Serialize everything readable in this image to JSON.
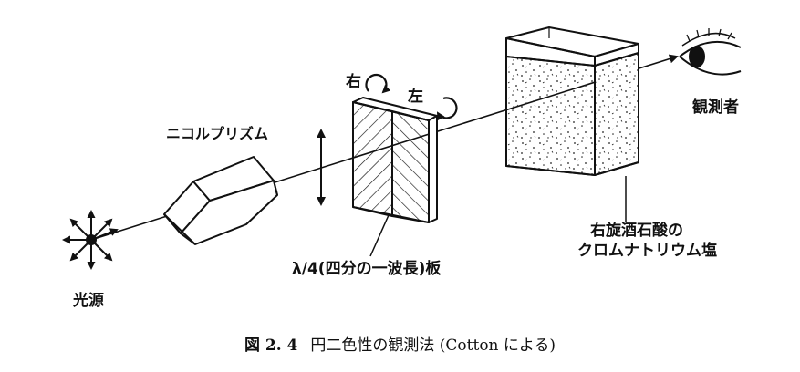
{
  "labels": {
    "light_source": "光源",
    "nicol_prism": "ニコルプリズム",
    "quarter_wave_plate": "λ/4(四分の一波長)板",
    "right": "右",
    "left": "左",
    "solution_line1": "右旋酒石酸の",
    "solution_line2": "クロムナトリウム塩",
    "observer": "観測者"
  },
  "caption": {
    "figure_number": "図 2. 4",
    "text": "円二色性の観測法 (Cotton による)"
  }
}
